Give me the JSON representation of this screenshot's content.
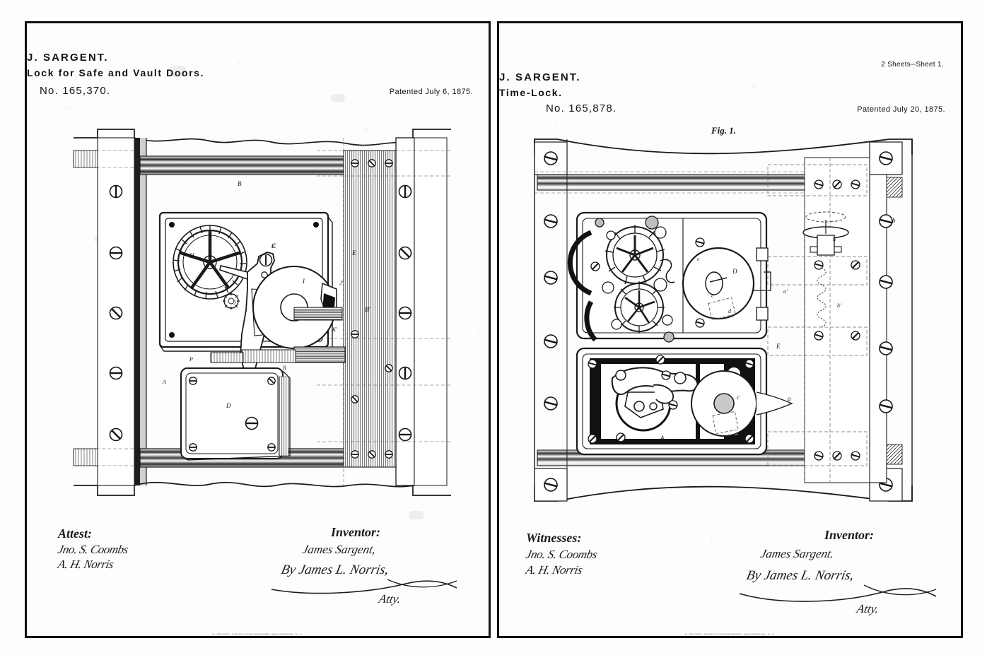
{
  "document": {
    "kind": "patent-drawing-sheets",
    "sheet_count": 2
  },
  "sheets": [
    {
      "id": "left",
      "header": {
        "inventor_name": "J. SARGENT.",
        "title": "Lock for Safe and Vault Doors.",
        "patent_number": "No. 165,370.",
        "patent_date": "Patented July 6, 1875.",
        "sheet_note": ""
      },
      "figure": {
        "caption": "",
        "labels": [
          "B",
          "B'",
          "C",
          "H",
          "K",
          "K'",
          "J",
          "J'",
          "I",
          "I'",
          "G",
          "P",
          "R",
          "A",
          "D",
          "E"
        ]
      },
      "signatures": {
        "witness_label": "Attest:",
        "witnesses": [
          "Jno. S. Coombs",
          "A. H. Norris"
        ],
        "inventor_label": "Inventor:",
        "inventor": "James Sargent,",
        "by_line": "By James L. Norris,",
        "attorney": "Atty."
      },
      "imprint": "N. PETERS, PHOTO-LITHOGRAPHER, WASHINGTON, D. C."
    },
    {
      "id": "right",
      "header": {
        "inventor_name": "J. SARGENT.",
        "title": "Time-Lock.",
        "patent_number": "No. 165,878.",
        "patent_date": "Patented July 20, 1875.",
        "sheet_note": "2 Sheets--Sheet 1."
      },
      "figure": {
        "caption": "Fig. 1.",
        "labels": [
          "B",
          "C",
          "D",
          "A",
          "E",
          "a",
          "a'",
          "b",
          "c",
          "d",
          "e",
          "h'"
        ]
      },
      "signatures": {
        "witness_label": "Witnesses:",
        "witnesses": [
          "Jno. S. Coombs",
          "A. H. Norris"
        ],
        "inventor_label": "Inventor:",
        "inventor": "James Sargent.",
        "by_line": "By James L. Norris,",
        "attorney": "Atty."
      },
      "imprint": "N. PETERS, PHOTO-LITHOGRAPHER, WASHINGTON, D. C."
    }
  ],
  "colors": {
    "ink": "#141414",
    "paper": "#fdfdfc",
    "border": "#111111",
    "faint": "#8a8a8a"
  }
}
